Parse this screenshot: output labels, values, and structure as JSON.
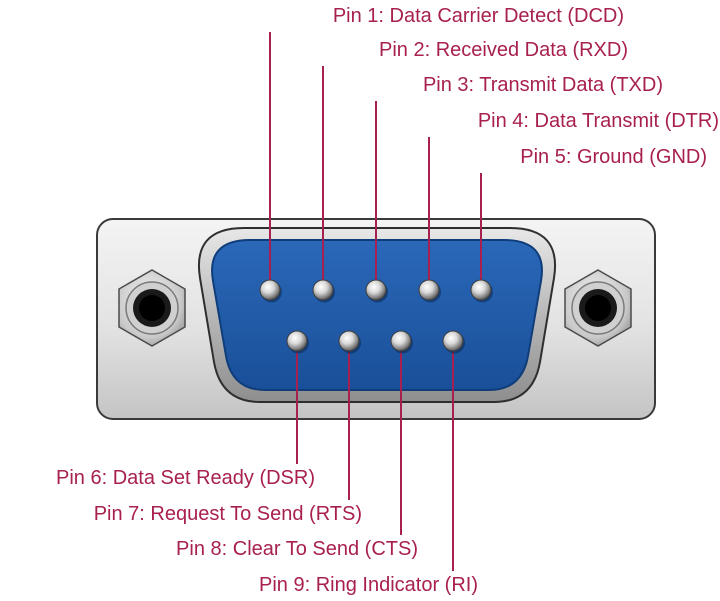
{
  "colors": {
    "label": "#a8204f",
    "leader": "#a8204f",
    "shell_face": "#1e5aa8",
    "shell_edge": "#0f3d7a",
    "plate_light": "#f2f2f2",
    "plate_dark": "#b5b5b5"
  },
  "pins_top": [
    {
      "label": "Pin 1: Data Carrier Detect (DCD)"
    },
    {
      "label": "Pin 2: Received Data (RXD)"
    },
    {
      "label": "Pin 3: Transmit Data (TXD)"
    },
    {
      "label": "Pin 4: Data Transmit (DTR)"
    },
    {
      "label": "Pin 5: Ground (GND)"
    }
  ],
  "pins_bottom": [
    {
      "label": "Pin 6: Data Set Ready (DSR)"
    },
    {
      "label": "Pin 7: Request To Send (RTS)"
    },
    {
      "label": "Pin 8: Clear To Send (CTS)"
    },
    {
      "label": "Pin 9: Ring Indicator (RI)"
    }
  ]
}
